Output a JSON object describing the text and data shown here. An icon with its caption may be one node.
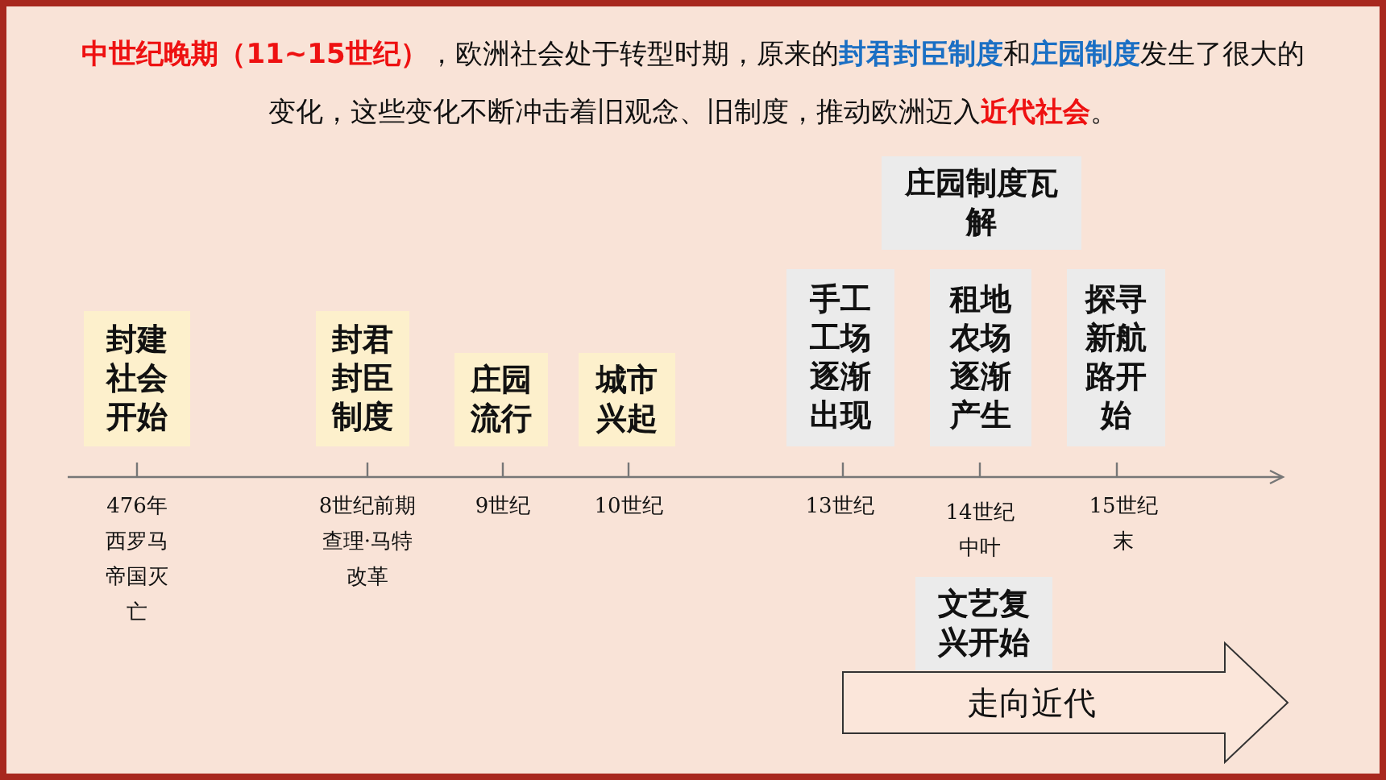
{
  "diagram": {
    "title": "**中世纪晚期（11~15世纪）**，欧洲社会处于转型时期，原来的**封君封臣制度**和**庄园制度**发生了很大的变化，这些变化不断冲击着旧观念、旧制度，推动欧洲迈入**近代社会**。",
    "nodes": [
      {
        "text": [
          "封建社会开始"
        ],
        "beside": [
          "476年西罗马帝国灭亡"
        ]
      },
      {
        "text": [
          "封君封臣制度"
        ],
        "beside": [
          "8世纪前期查理·马特改革"
        ]
      },
      {
        "text": [
          "庄园流行"
        ],
        "beside": [
          "9世纪"
        ]
      },
      {
        "text": [
          "城市兴起"
        ],
        "beside": [
          "10世纪"
        ]
      },
      {
        "text": [
          "庄园制度瓦解"
        ]
      },
      {
        "text": [
          "手工工场逐渐出现"
        ],
        "beside": [
          "13世纪"
        ]
      },
      {
        "text": [
          "租地农场逐渐产生"
        ]
      },
      {
        "text": [
          "探寻新航路开始"
        ],
        "beside": [
          "15世纪末"
        ]
      },
      {
        "text": [
          "文艺复兴开始"
        ],
        "beside": [
          "14世纪中叶"
        ]
      },
      {
        "text": [
          "走向近代"
        ]
      }
    ],
    "edges": []
  }
}
